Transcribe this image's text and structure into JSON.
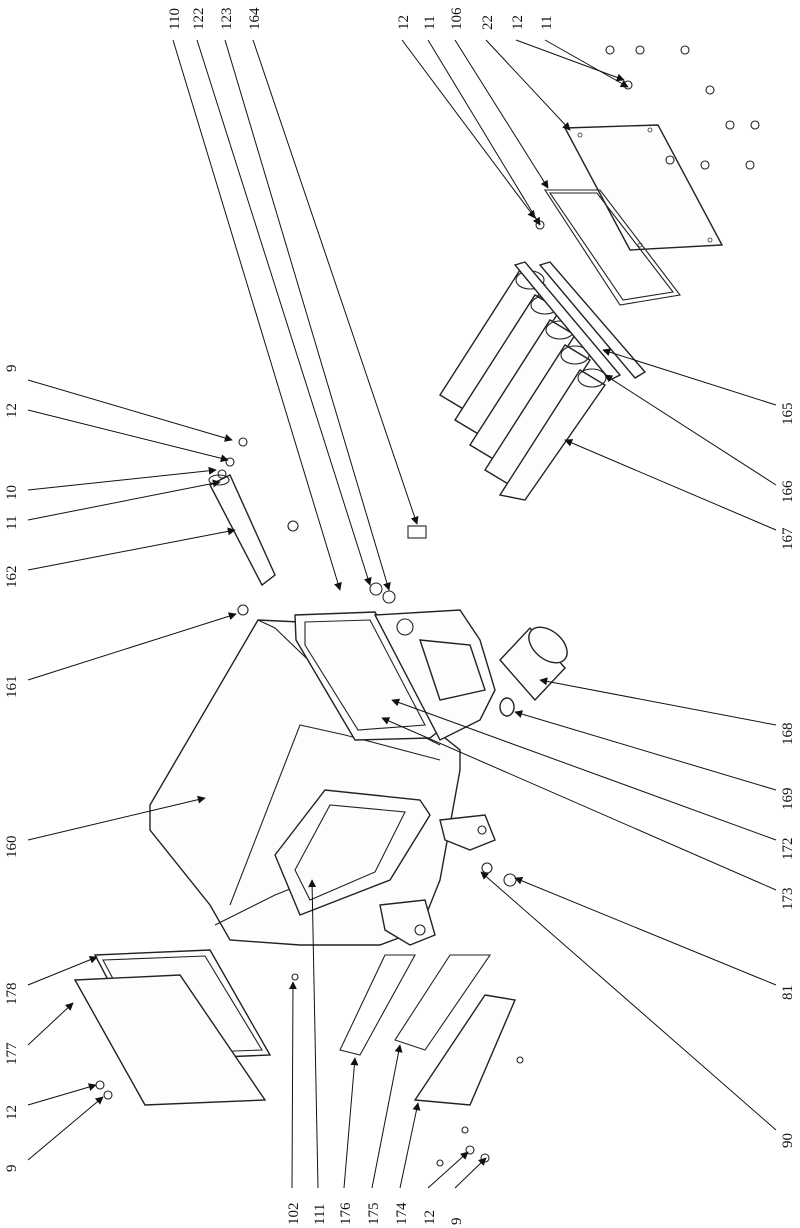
{
  "labels": {
    "top": [
      "110",
      "122",
      "123",
      "164",
      "12",
      "11",
      "106",
      "22",
      "12",
      "11"
    ],
    "left_top": [
      "9",
      "12",
      "10",
      "11",
      "162",
      "161",
      "160"
    ],
    "right": [
      "165",
      "166",
      "167",
      "168",
      "169",
      "172",
      "173",
      "81",
      "90"
    ],
    "bottom": [
      "178",
      "177",
      "12",
      "9",
      "102",
      "111",
      "176",
      "175",
      "174",
      "12",
      "9"
    ]
  }
}
